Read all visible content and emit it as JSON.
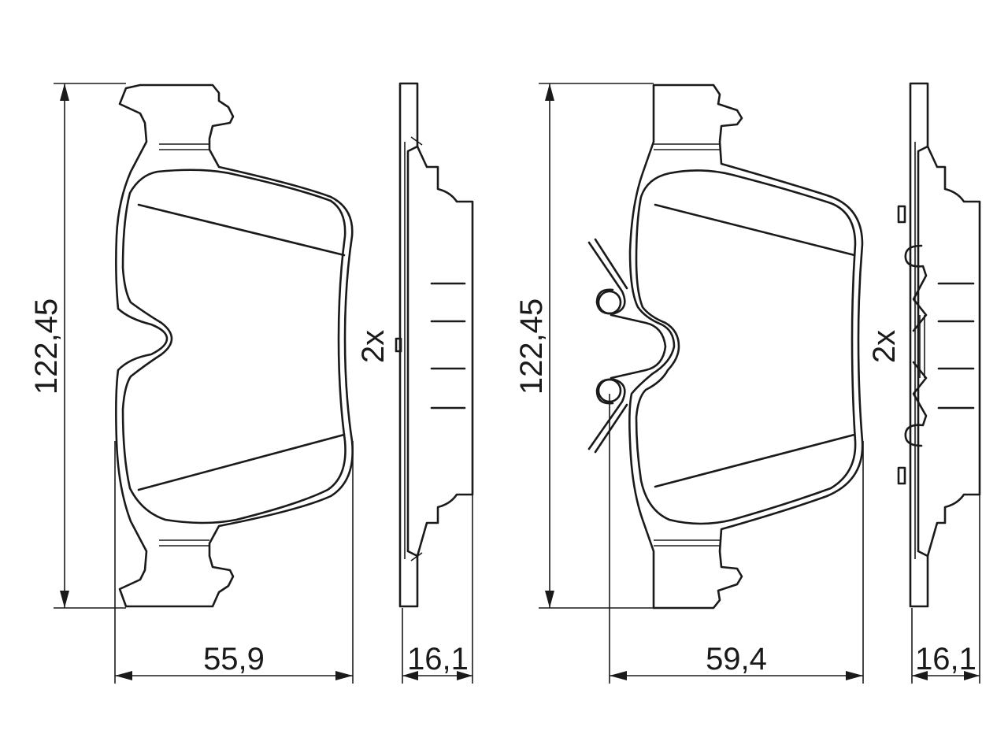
{
  "left_pad": {
    "height_label": "122,45",
    "width_label": "55,9",
    "quantity_label": "2x",
    "thickness_label": "16,1"
  },
  "right_pad": {
    "height_label": "122,45",
    "width_label": "59,4",
    "quantity_label": "2x",
    "thickness_label": "16,1"
  },
  "colors": {
    "line": "#1a1a1a",
    "background": "#ffffff"
  }
}
